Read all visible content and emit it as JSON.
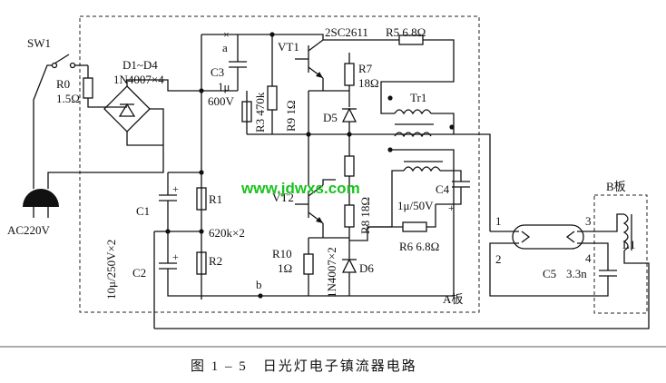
{
  "labels": {
    "sw1": "SW1",
    "r0_name": "R0",
    "r0_val": "1.5Ω",
    "bridge_name": "D1~D4",
    "bridge_part": "1N4007×4",
    "ac": "AC220V",
    "c3_name": "C3",
    "c3_val1": "1μ",
    "c3_val2": "600V",
    "node_a": "a",
    "node_b": "b",
    "r3": "R3 470k",
    "r9": "R9 1Ω",
    "vt1": "VT1",
    "vt1_part": "2SC2611",
    "r5": "R5 6.8Ω",
    "r7_name": "R7",
    "r7_val": "18Ω",
    "d5": "D5",
    "tr1": "Tr1",
    "c4": "C4",
    "c4_val": "1μ/50V",
    "vt2": "VT2",
    "r10_name": "R10",
    "r10_val": "1Ω",
    "d_pair": "1N4007×2",
    "r8": "R8 18Ω",
    "r6": "R6 6.8Ω",
    "d6": "D6",
    "c1": "C1",
    "c2": "C2",
    "c12_val": "10μ/250V×2",
    "r1": "R1",
    "r2": "R2",
    "r12_val": "620k×2",
    "board_a": "A板",
    "board_b": "B板",
    "pin1": "1",
    "pin2": "2",
    "pin3": "3",
    "pin4": "4",
    "l1": "L1",
    "c5": "C5",
    "c5_val": "3.3n",
    "watermark": "www.jdwxs.com",
    "caption": "图 1 – 5　日光灯电子镇流器电路"
  }
}
